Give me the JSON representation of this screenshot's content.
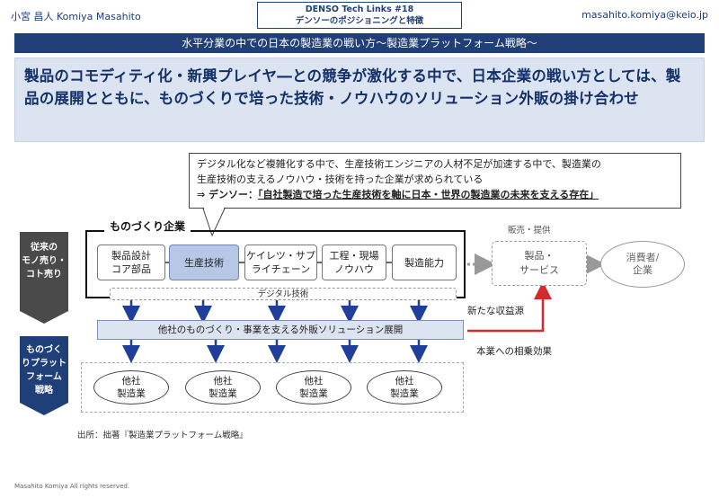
{
  "header": {
    "author": "小宮 昌人 Komiya Masahito",
    "email": "masahito.komiya@keio.jp",
    "series": "DENSO Tech Links #18",
    "topic": "デンソーのポジショニングと特徴"
  },
  "banner": "水平分業の中での日本の製造業の戦い方～製造業プラットフォーム戦略～",
  "lead": "製品のコモディティ化・新興プレイヤ―との競争が激化する中で、日本企業の戦い方としては、製品の展開とともに、ものづくりで培った技術・ノウハウのソリューション外販の掛け合わせ",
  "callout": {
    "line1": "デジタル化など複雑化する中で、生産技術エンジニアの人材不足が加速する中で、製造業の",
    "line2": "生産技術の支えるノウハウ・技術を持った企業が求められている",
    "line3_prefix": "⇒ デンソー：",
    "line3_emph": "「自社製造で培った生産技術を軸に日本・世界の製造業の未来を支える存在」"
  },
  "monozukuri": {
    "title": "ものづくり企業",
    "components": [
      {
        "line1": "製品設計",
        "line2": "コア部品"
      },
      {
        "line1": "生産技術",
        "line2": ""
      },
      {
        "line1": "ケイレツ・サプ",
        "line2": "ライチェーン"
      },
      {
        "line1": "工程・現場",
        "line2": "ノウハウ"
      },
      {
        "line1": "製造能力",
        "line2": ""
      }
    ],
    "digital": "デジタル技術"
  },
  "solution_bar": "他社のものづくり・事業を支える外販ソリューション展開",
  "other_mfg": [
    {
      "line1": "他社",
      "line2": "製造業"
    },
    {
      "line1": "他社",
      "line2": "製造業"
    },
    {
      "line1": "他社",
      "line2": "製造業"
    },
    {
      "line1": "他社",
      "line2": "製造業"
    }
  ],
  "side": {
    "top": {
      "l1": "従来の",
      "l2": "モノ売り・",
      "l3": "コト売り"
    },
    "bottom": {
      "l1": "ものづく",
      "l2": "りプラット",
      "l3": "フォーム",
      "l4": "戦略"
    }
  },
  "right": {
    "sales_label": "販売・提供",
    "product": {
      "line1": "製品・",
      "line2": "サービス"
    },
    "consumer": {
      "line1": "消費者/",
      "line2": "企業"
    },
    "new_revenue": "新たな収益源",
    "synergy": "本業への相乗効果"
  },
  "source": "出所：拙著『製造業プラットフォーム戦略』",
  "copyright": "Masahito Komiya All rights reserved.",
  "colors": {
    "navy": "#203f78",
    "light_blue": "#dbe4f0",
    "highlight_blue": "#b7c8e6",
    "arrow_blue": "#1f3f9a",
    "arrow_red": "#d42a2a",
    "side_gray": "#4a4a4a"
  }
}
